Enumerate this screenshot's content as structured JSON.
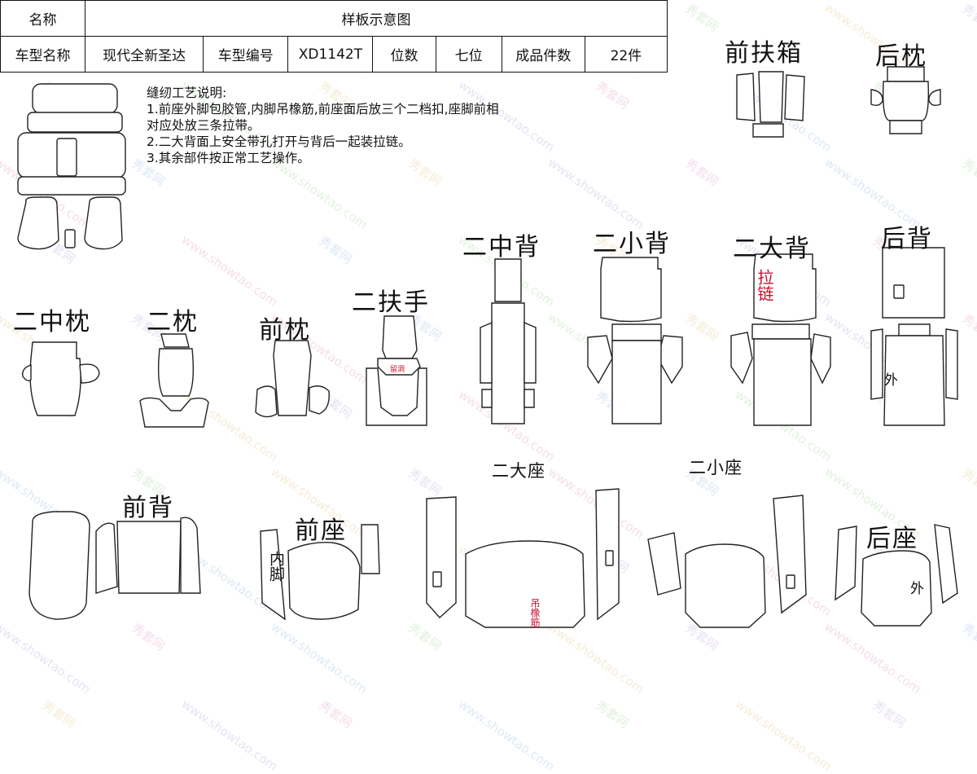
{
  "header": {
    "name_label": "名称",
    "sheet_title": "样板示意图",
    "model_name_label": "车型名称",
    "model_name_value": "现代全新圣达",
    "model_code_label": "车型编号",
    "model_code_value": "XD1142T",
    "seats_label": "位数",
    "seats_value": "七位",
    "piece_count_label": "成品件数",
    "piece_count_value": "22件"
  },
  "instructions": {
    "title": "缝纫工艺说明:",
    "lines": [
      "1.前座外脚包胶管,内脚吊橡筋,前座面后放三个二档扣,座脚前相",
      "对应处放三条拉带。",
      "2.二大背面上安全带孔打开与背后一起装拉链。",
      "3.其余部件按正常工艺操作。"
    ]
  },
  "parts": {
    "front_armbox": "前扶箱",
    "rear_pillow": "后枕",
    "second_middle_back": "二中背",
    "second_small_back": "二小背",
    "second_big_back": "二大背",
    "rear_back": "后背",
    "second_middle_pillow": "二中枕",
    "second_pillow": "二枕",
    "front_pillow": "前枕",
    "second_armrest": "二扶手",
    "front_back": "前背",
    "front_seat": "前座",
    "second_big_seat": "二大座",
    "second_small_seat": "二小座",
    "rear_seat": "后座"
  },
  "annotations": {
    "zipper": "拉链",
    "outer_rear_back": "外",
    "outer_rear_seat": "外",
    "inner_leg": "内脚",
    "elastic_hang": "吊橡筋",
    "armrest_mark": "留洞"
  },
  "watermark": {
    "brand": "秀套网",
    "url": "www.showtao.com"
  },
  "colors": {
    "outline": "#222222",
    "annotation_red": "#c8102e"
  }
}
